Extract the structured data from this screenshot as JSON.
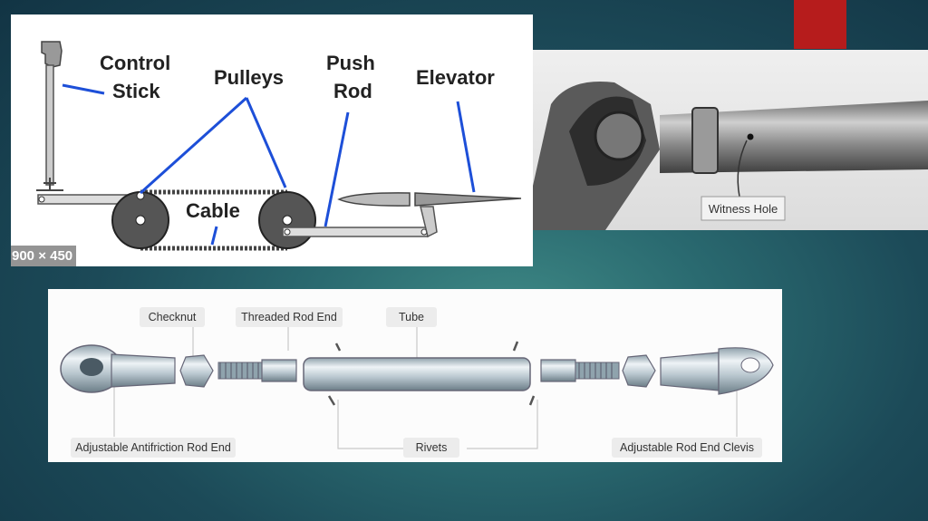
{
  "slide": {
    "accent_color": "#b61c1c",
    "background_color": "#1c4a58"
  },
  "control_system": {
    "size_tag": "900 × 450",
    "labels": {
      "control": "Control",
      "stick": "Stick",
      "pulleys": "Pulleys",
      "push": "Push",
      "rod": "Rod",
      "elevator": "Elevator",
      "cable": "Cable"
    },
    "line_color": "#1d4fd8"
  },
  "photo": {
    "witness_hole": "Witness Hole"
  },
  "push_rod_assembly": {
    "checknut": "Checknut",
    "threaded_rod_end": "Threaded Rod End",
    "tube": "Tube",
    "rivets": "Rivets",
    "antifriction_rod_end": "Adjustable Antifriction Rod End",
    "rod_end_clevis": "Adjustable Rod End Clevis"
  }
}
